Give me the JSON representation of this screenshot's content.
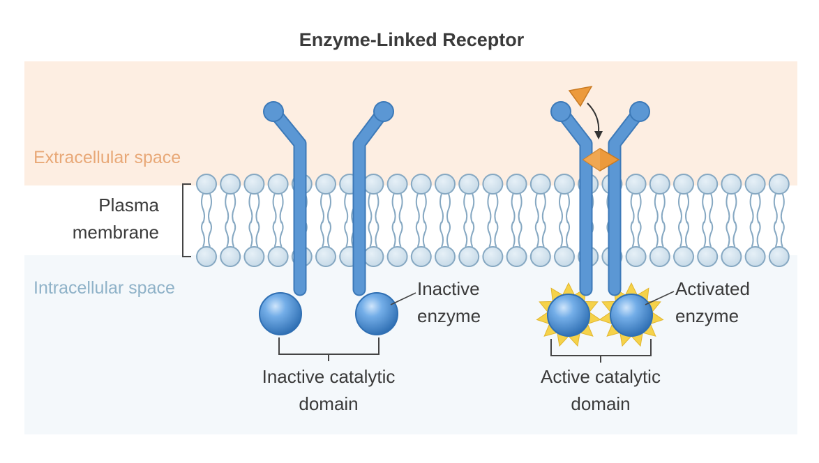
{
  "title": "Enzyme-Linked Receptor",
  "regions": {
    "extracellular": "Extracellular space",
    "intracellular": "Intracellular space"
  },
  "membrane_label": [
    "Plasma",
    "membrane"
  ],
  "labels": {
    "inactive_enzyme": [
      "Inactive",
      "enzyme"
    ],
    "activated_enzyme": [
      "Activated",
      "enzyme"
    ],
    "inactive_domain": [
      "Inactive catalytic",
      "domain"
    ],
    "active_domain": [
      "Active catalytic",
      "domain"
    ]
  },
  "colors": {
    "extracellular_bg": "#fdeee2",
    "intracellular_bg": "#f4f8fb",
    "extracellular_text": "#e8a877",
    "intracellular_text": "#8fb2c8",
    "receptor": "#5b97d4",
    "receptor_outline": "#3c79b8",
    "lipid_head": "#d3e3ee",
    "lipid_outline": "#86a8c2",
    "ligand": "#ec9a3c",
    "starburst": "#f5d24a"
  },
  "icons": {
    "ligand": "orange-triangle-ligand",
    "bound_ligand": "orange-diamond-ligand",
    "activation": "yellow-starburst"
  }
}
